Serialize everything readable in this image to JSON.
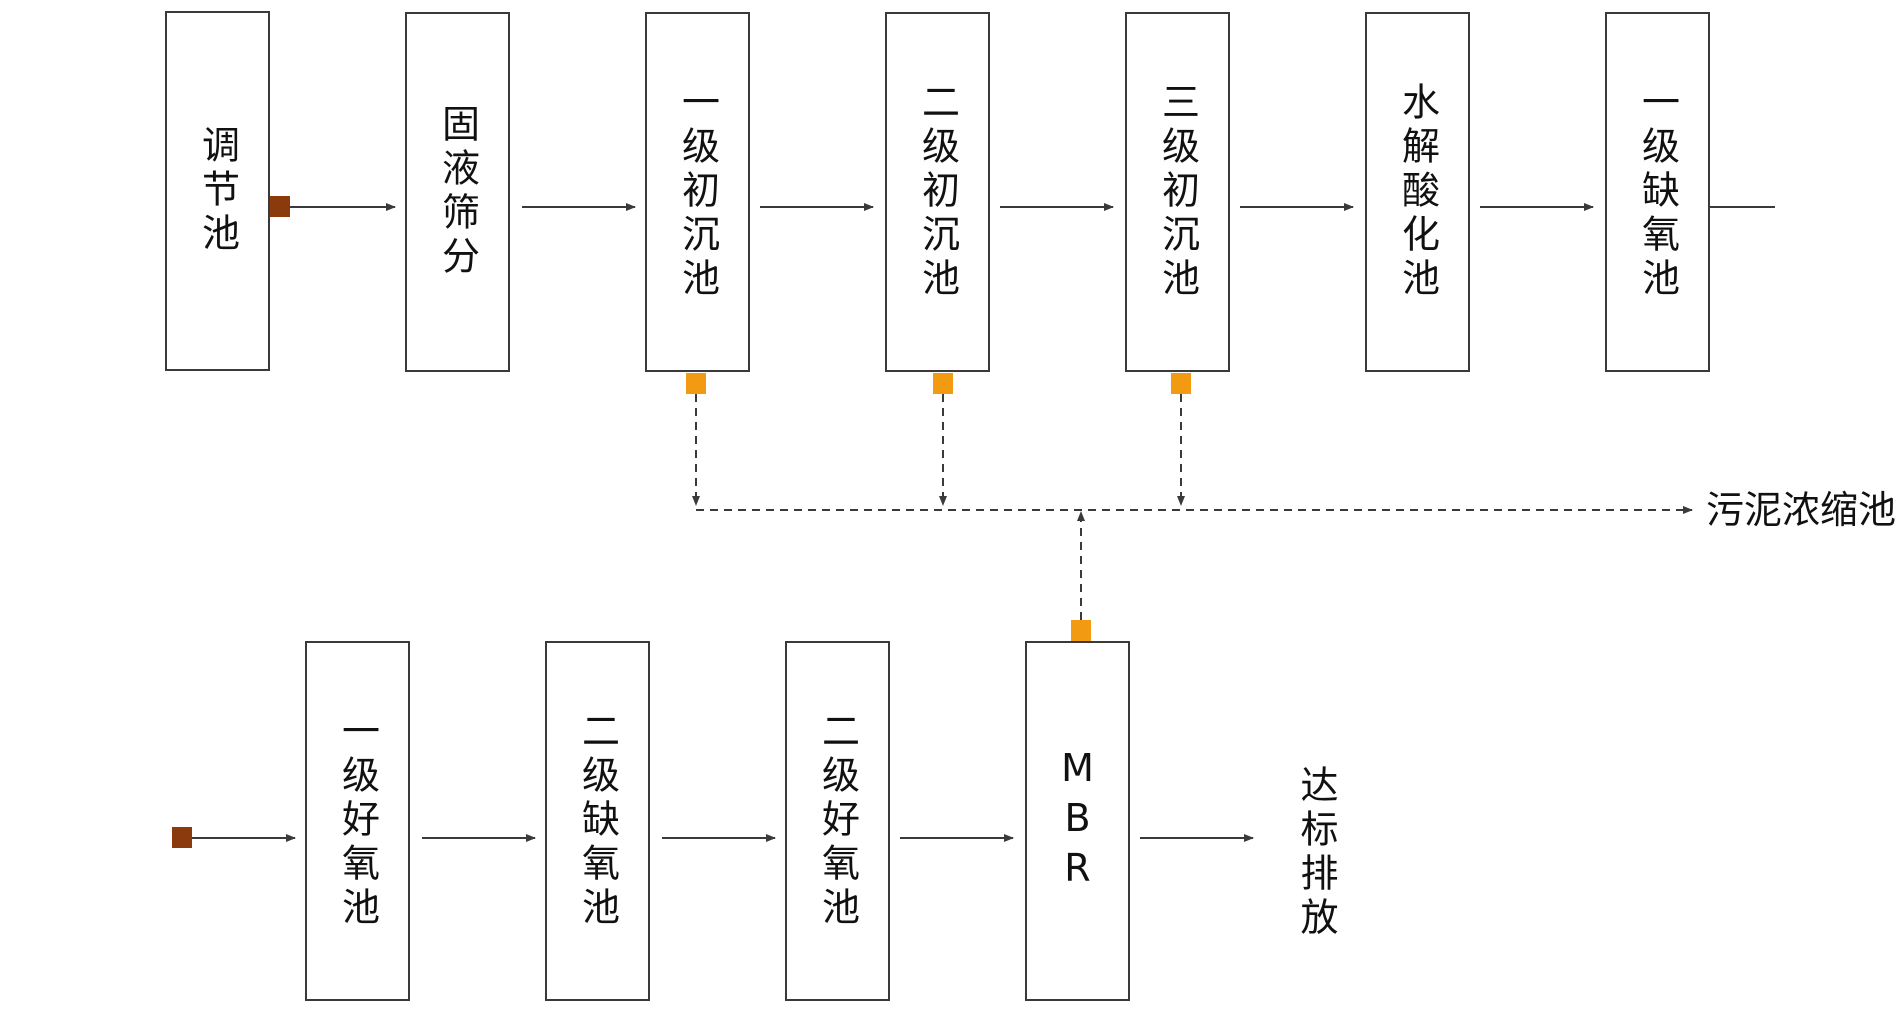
{
  "colors": {
    "line": "#3a3a3a",
    "box_border": "#3a3a3a",
    "inlet_marker": "#8b3a0e",
    "sludge_marker": "#f39a13"
  },
  "top_row": [
    {
      "id": "tiaojie",
      "label": "调节池"
    },
    {
      "id": "guye",
      "label": "固液筛分"
    },
    {
      "id": "chuchen1",
      "label": "一级初沉池"
    },
    {
      "id": "chuchen2",
      "label": "二级初沉池"
    },
    {
      "id": "chuchen3",
      "label": "三级初沉池"
    },
    {
      "id": "shuijie",
      "label": "水解酸化池"
    },
    {
      "id": "queyang1",
      "label": "一级缺氧池"
    }
  ],
  "bottom_row": [
    {
      "id": "haoyang1",
      "label": "一级好氧池"
    },
    {
      "id": "queyang2",
      "label": "二级缺氧池"
    },
    {
      "id": "haoyang2",
      "label": "二级好氧池"
    },
    {
      "id": "mbr",
      "label": "MBR"
    }
  ],
  "sludge_target": "污泥浓缩池",
  "discharge": "达标排放"
}
